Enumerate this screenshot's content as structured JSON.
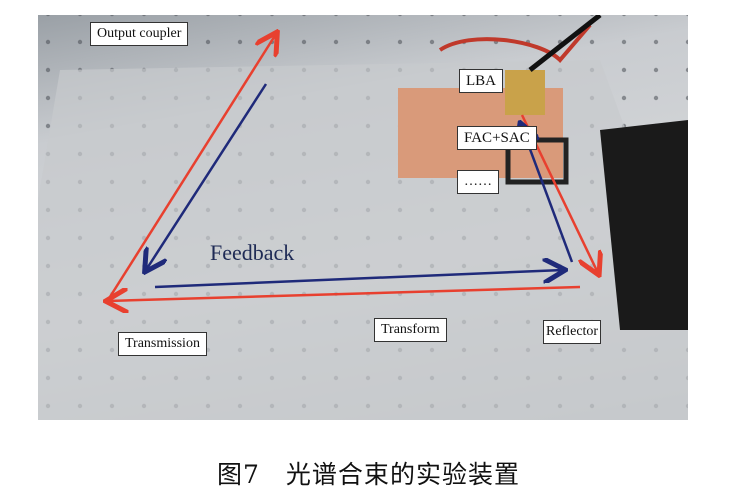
{
  "figure": {
    "labels": {
      "output_coupler": "Output coupler",
      "lba": "LBA",
      "fac_sac": "FAC+SAC",
      "ellipsis": "……",
      "feedback": "Feedback",
      "transmission": "Transmission",
      "transform": "Transform",
      "reflector": "Reflector"
    },
    "colors": {
      "forward_beam": "#e8402f",
      "feedback_beam": "#1f2a7a"
    }
  },
  "caption": "图7　光谱合束的实验装置"
}
